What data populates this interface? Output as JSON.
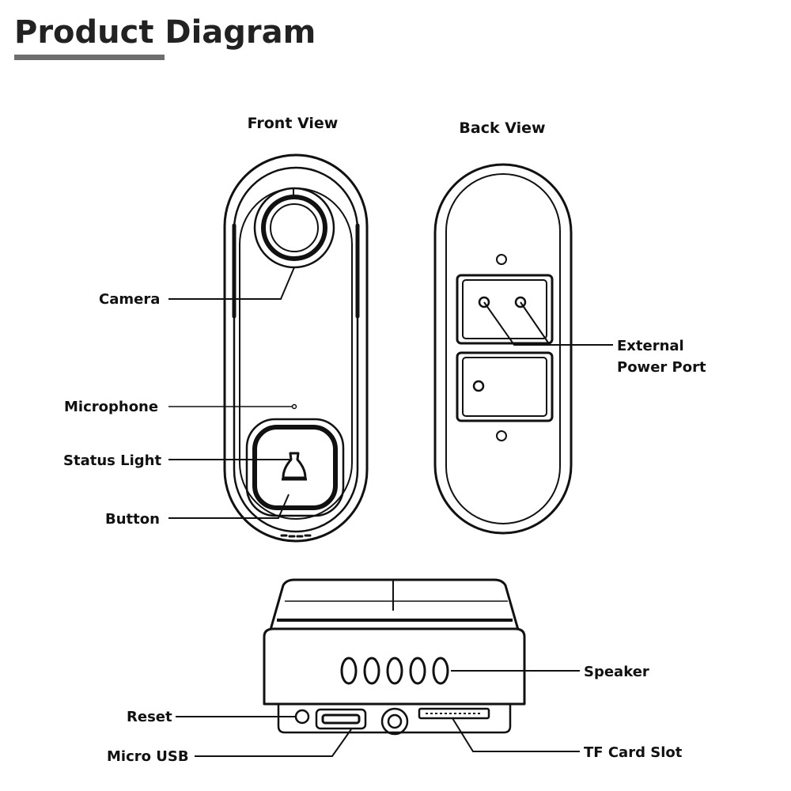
{
  "title": "Product Diagram",
  "colors": {
    "ink": "#111111",
    "title_underline": "#6e6e6e",
    "background": "#ffffff"
  },
  "views": {
    "front": {
      "label": "Front View",
      "callouts": {
        "camera": "Camera",
        "microphone": "Microphone",
        "status_light": "Status Light",
        "button": "Button"
      }
    },
    "back": {
      "label": "Back View",
      "callouts": {
        "external_power_line1": "External",
        "external_power_line2": "Power Port"
      }
    },
    "bottom": {
      "speaker_holes": 5,
      "callouts": {
        "speaker": "Speaker",
        "reset": "Reset",
        "micro_usb": "Micro USB",
        "tf_card_slot": "TF Card Slot"
      }
    }
  }
}
